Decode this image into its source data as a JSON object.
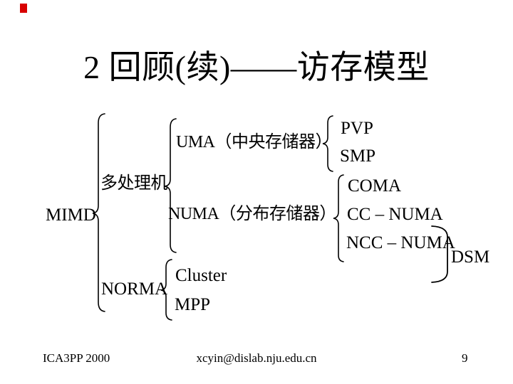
{
  "decor": {
    "red_square_color": "#d80000"
  },
  "title": "2 回顾(续)——访存模型",
  "hierarchy": {
    "label": "MIMD",
    "children": [
      {
        "label": "多处理机",
        "children": [
          {
            "label": "UMA（中央存储器）",
            "children": [
              {
                "label": "PVP"
              },
              {
                "label": "SMP"
              }
            ]
          },
          {
            "label": "NUMA（分布存储器）",
            "annotation": "DSM",
            "children": [
              {
                "label": "COMA"
              },
              {
                "label": "CC – NUMA"
              },
              {
                "label": "NCC – NUMA"
              }
            ]
          }
        ]
      },
      {
        "label": "NORMA",
        "children": [
          {
            "label": "Cluster"
          },
          {
            "label": "MPP"
          }
        ]
      }
    ]
  },
  "footer": {
    "left": "ICA3PP 2000",
    "center": "xcyin@dislab.nju.edu.cn",
    "page": "9"
  }
}
